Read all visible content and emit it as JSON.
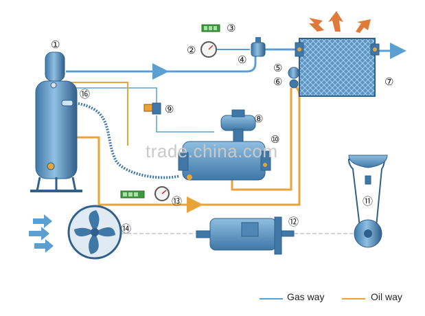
{
  "callouts": [
    "①",
    "②",
    "③",
    "④",
    "⑤",
    "⑥",
    "⑦",
    "⑧",
    "⑨",
    "⑩",
    "⑪",
    "⑫",
    "⑬",
    "⑭",
    "⑯"
  ],
  "watermark": "trade.china.com",
  "legend": {
    "gas_label": "Gas way",
    "oil_label": "Oil way"
  },
  "colors": {
    "gas": "#5b9fd0",
    "oil": "#e8a33a",
    "equipment": "#4f86b4",
    "equipment_dark": "#2f5f8a",
    "gauge_green": "#3c9a3c",
    "heat_arrow": "#e07a3a"
  },
  "icons": [
    "tank-icon",
    "pressure-gauge-icon",
    "gauge-indicator-icon",
    "valve-icon",
    "cooler-icon",
    "compressor-icon",
    "solenoid-valve-icon",
    "belt-drive-icon",
    "motor-icon",
    "fan-icon",
    "airflow-arrow-icon",
    "heat-arrow-icon"
  ]
}
